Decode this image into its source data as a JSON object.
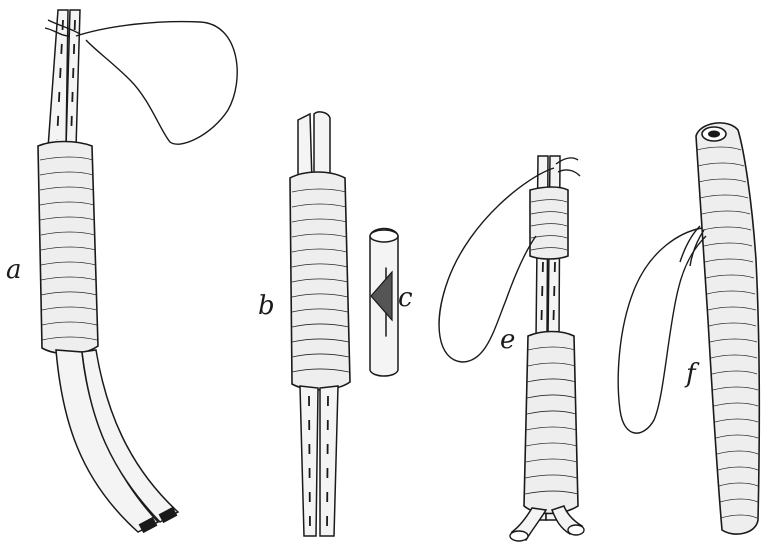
{
  "figure": {
    "labels": {
      "a": "a",
      "b": "b",
      "c": "c",
      "e": "e",
      "f": "f"
    }
  }
}
